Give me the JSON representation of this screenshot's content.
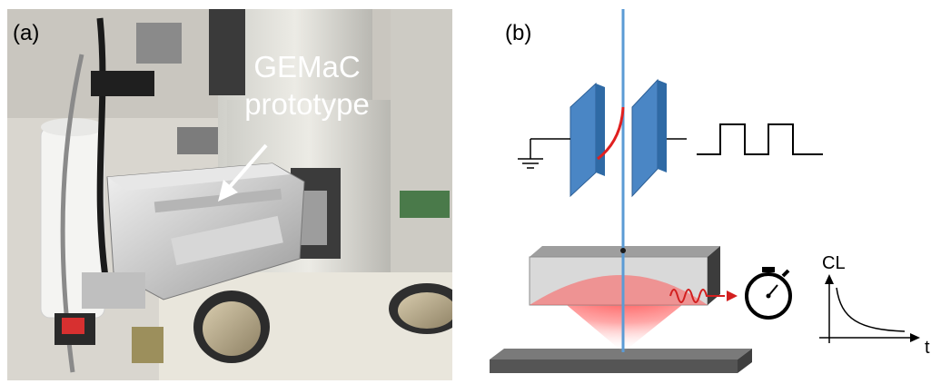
{
  "panel_a": {
    "label": "(a)",
    "callout_line1": "GEMaC",
    "callout_line2": "prototype",
    "photo_description_hint": ""
  },
  "panel_b": {
    "label": "(b)",
    "inset_y_label": "CL",
    "inset_x_label": "t"
  },
  "colors": {
    "beam": "#5b9bd5",
    "plate": "#4a86c5",
    "deflection": "#e02020",
    "emission": "#ff2020",
    "sample": "#bdbdbd",
    "substrate": "#555555"
  }
}
